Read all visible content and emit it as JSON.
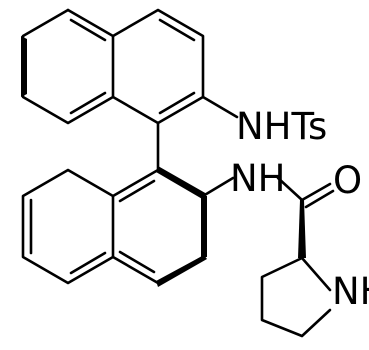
{
  "molecule": {
    "atom_labels": {
      "nhts": "NHTs",
      "nh": "NH",
      "o": "O",
      "ring_nh": "NH"
    },
    "colors": {
      "ink": "#000000",
      "background": "#ffffff"
    }
  }
}
